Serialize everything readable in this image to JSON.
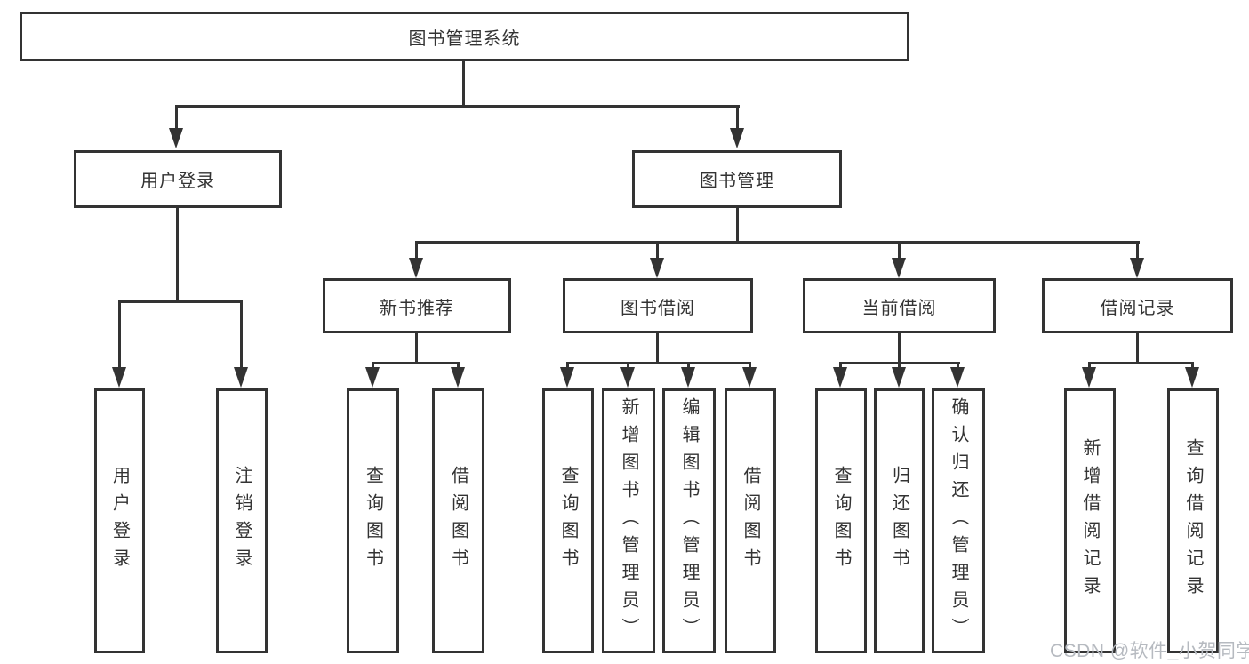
{
  "diagram": {
    "root": {
      "label": "图书管理系统"
    },
    "branches": [
      {
        "label": "用户登录",
        "children": [
          {
            "label": "用户登录"
          },
          {
            "label": "注销登录"
          }
        ]
      },
      {
        "label": "图书管理",
        "children": [
          {
            "label": "新书推荐",
            "children": [
              {
                "label": "查询图书"
              },
              {
                "label": "借阅图书"
              }
            ]
          },
          {
            "label": "图书借阅",
            "children": [
              {
                "label": "查询图书"
              },
              {
                "label": "新增图书（管理员）"
              },
              {
                "label": "编辑图书（管理员）"
              },
              {
                "label": "借阅图书"
              }
            ]
          },
          {
            "label": "当前借阅",
            "children": [
              {
                "label": "查询图书"
              },
              {
                "label": "归还图书"
              },
              {
                "label": "确认归还（管理员）"
              }
            ]
          },
          {
            "label": "借阅记录",
            "children": [
              {
                "label": "新增借阅记录"
              },
              {
                "label": "查询借阅记录"
              }
            ]
          }
        ]
      }
    ]
  },
  "watermark": {
    "text": "CSDN @软件_小贺同学"
  },
  "colors": {
    "line": "#333333",
    "text": "#333333",
    "background": "#ffffff",
    "watermark": "#b6bac0"
  }
}
